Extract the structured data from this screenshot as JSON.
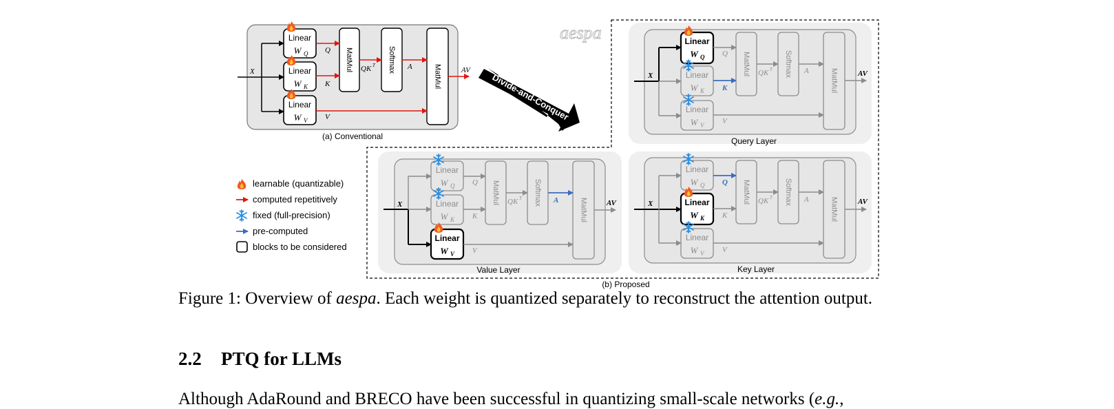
{
  "figure": {
    "logo_text": "aespa",
    "arrow_label": "Divide-and-Conquer",
    "conventional": {
      "linear_label": "Linear",
      "wq": "W",
      "wq_sub": "Q",
      "wk": "W",
      "wk_sub": "K",
      "wv": "W",
      "wv_sub": "V",
      "matmul1": "MatMul",
      "softmax": "Softmax",
      "matmul2": "MatMul",
      "x": "X",
      "q": "Q",
      "k": "K",
      "v": "V",
      "qkt": "QK",
      "qkt_sup": "T",
      "a": "A",
      "av": "AV",
      "caption": "(a) Conventional"
    },
    "query_layer": {
      "title": "Query Layer"
    },
    "value_layer": {
      "title": "Value Layer"
    },
    "key_layer": {
      "title": "Key Layer"
    },
    "proposed_caption": "(b) Proposed",
    "legend": [
      {
        "icon": "flame-icon",
        "label": "learnable (quantizable)"
      },
      {
        "icon": "red-arrow-icon",
        "label": "computed repetitively"
      },
      {
        "icon": "snowflake-icon",
        "label": "fixed (full-precision)"
      },
      {
        "icon": "blue-arrow-icon",
        "label": "pre-computed"
      },
      {
        "icon": "rounded-box-icon",
        "label": "blocks to be considered"
      }
    ],
    "colors": {
      "red": "#e3150f",
      "blue": "#3a6cc0",
      "snow": "#2e8fe0",
      "flame": "#f05a22",
      "panel": "#e6e6e6",
      "gray": "#8c8c8c"
    }
  },
  "caption": {
    "prefix": "Figure 1: Overview of ",
    "name": "aespa",
    "suffix": ". Each weight is quantized separately to reconstruct the attention output."
  },
  "section": {
    "number": "2.2",
    "title": "PTQ for LLMs"
  },
  "body": {
    "text_a": "Although AdaRound and B",
    "text_b": "RECO",
    "text_c": " have been successful in quantizing small-scale networks (",
    "text_d": "e.g.",
    "text_e": ","
  }
}
